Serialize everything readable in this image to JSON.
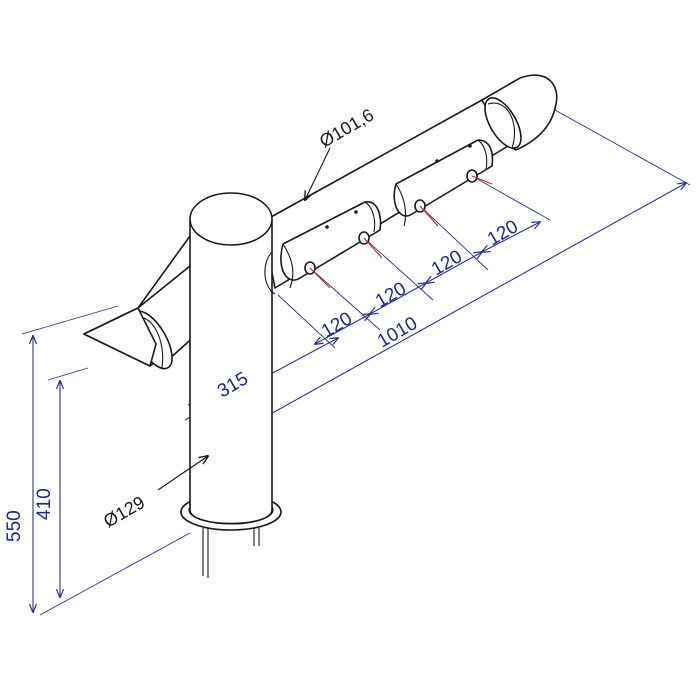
{
  "colors": {
    "outline": "#1a1a1a",
    "dimension": "#2b3596",
    "dimension_text": "#1f2a8a",
    "hole_centerline": "#d02020",
    "background": "#ffffff"
  },
  "labels": {
    "tube_diameter": "Ø101,6",
    "post_diameter": "Ø129",
    "total_height": "550",
    "arm_height": "410",
    "offset": "315",
    "length": "1010",
    "spacing_1": "120",
    "spacing_2": "120",
    "spacing_3": "120",
    "spacing_4": "120"
  }
}
